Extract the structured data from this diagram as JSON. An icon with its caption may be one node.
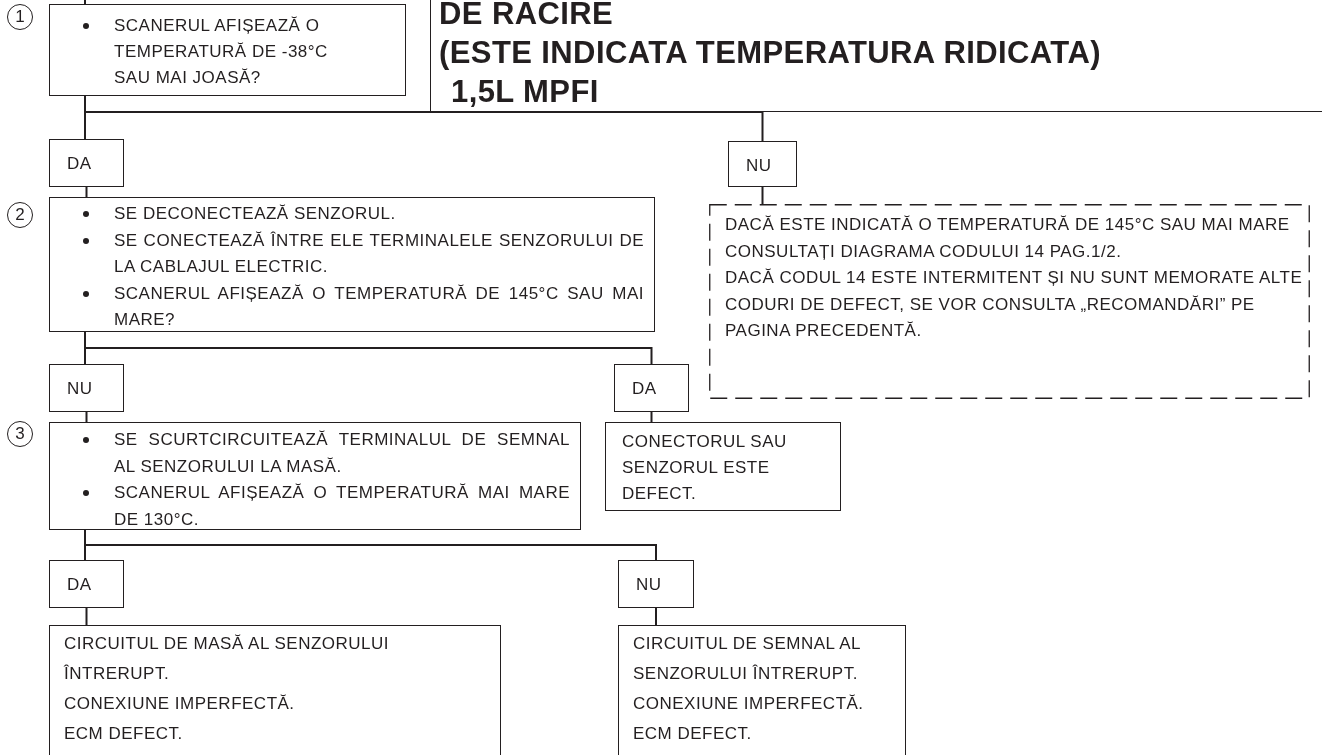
{
  "diagram": {
    "nodes": [
      {
        "text": [
          "DE RACIRE",
          "(ESTE INDICATA TEMPERATURA RIDICATA)",
          "1,5L MPFI"
        ]
      },
      {
        "text": [
          "SCANERUL AFIȘEAZĂ O TEMPERATURĂ DE -38°C SAU MAI JOASĂ?"
        ]
      },
      {
        "text": [
          "DA"
        ]
      },
      {
        "text": [
          "NU"
        ]
      },
      {
        "text": [
          "SE DECONECTEAZĂ SENZORUL.",
          "SE CONECTEAZĂ ÎNTRE ELE TERMINALELE SENZORULUI DE LA CABLAJUL ELECTRIC.",
          "SCANERUL AFIȘEAZĂ O TEMPERATURĂ DE 145°C SAU MAI MARE?"
        ]
      },
      {
        "text": [
          "DACĂ ESTE INDICATĂ O TEMPERATURĂ DE 145°C SAU MAI MARE CONSULTAȚI DIAGRAMA CODULUI 14 PAG.1/2.",
          "DACĂ CODUL 14 ESTE INTERMITENT ȘI NU SUNT MEMORATE ALTE CODURI DE DEFECT, SE VOR CONSULTA „RECOMANDĂRI” PE PAGINA PRECEDENTĂ."
        ]
      },
      {
        "text": [
          "NU"
        ]
      },
      {
        "text": [
          "DA"
        ]
      },
      {
        "text": [
          "SE SCURTCIRCUITEAZĂ TERMINALUL DE SEMNAL AL SENZORULUI LA MASĂ.",
          "SCANERUL AFIȘEAZĂ O TEMPERATURĂ MAI MARE DE 130°C."
        ]
      },
      {
        "text": [
          "CONECTORUL SAU SENZORUL ESTE DEFECT."
        ]
      },
      {
        "text": [
          "DA"
        ]
      },
      {
        "text": [
          "NU"
        ]
      },
      {
        "text": [
          "CIRCUITUL DE MASĂ AL SENZORULUI ÎNTRERUPT.",
          "CONEXIUNE IMPERFECTĂ.",
          "ECM DEFECT."
        ]
      },
      {
        "text": [
          "CIRCUITUL DE SEMNAL AL SENZORULUI ÎNTRERUPT.",
          "CONEXIUNE IMPERFECTĂ.",
          "ECM DEFECT."
        ]
      }
    ],
    "edges": [
      {
        "from": null,
        "to": 1,
        "arrow": "none"
      },
      {
        "from": 1,
        "to": 2,
        "arrow": "none"
      },
      {
        "from": 1,
        "to": 3,
        "arrow": "none"
      },
      {
        "from": 2,
        "to": 4,
        "arrow": "none"
      },
      {
        "from": 3,
        "to": 5,
        "arrow": "none"
      },
      {
        "from": 4,
        "to": 6,
        "arrow": "none"
      },
      {
        "from": 4,
        "to": 7,
        "arrow": "none"
      },
      {
        "from": 6,
        "to": 8,
        "arrow": "none"
      },
      {
        "from": 7,
        "to": 9,
        "arrow": "none"
      },
      {
        "from": 8,
        "to": 10,
        "arrow": "none"
      },
      {
        "from": 8,
        "to": 11,
        "arrow": "none"
      },
      {
        "from": 10,
        "to": 12,
        "arrow": "none"
      },
      {
        "from": 11,
        "to": 13,
        "arrow": "none"
      }
    ],
    "labels": [
      "1",
      "2",
      "3"
    ]
  }
}
